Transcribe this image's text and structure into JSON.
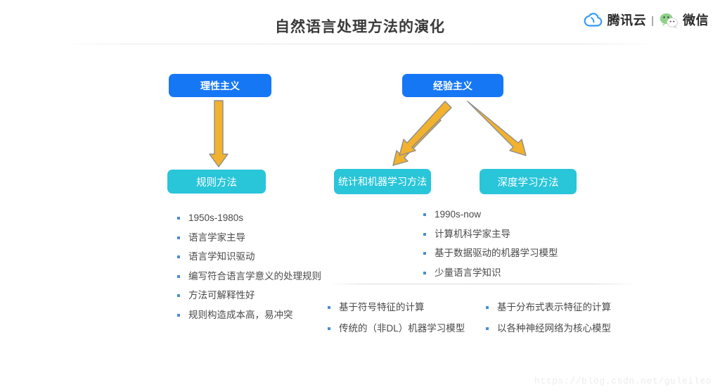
{
  "header": {
    "title": "自然语言处理方法的演化",
    "brand": {
      "cloud_icon": "tencent-cloud-icon",
      "cloud_name": "腾讯云",
      "separator": "|",
      "wechat_icon": "wechat-icon",
      "wechat_name": "微信"
    }
  },
  "diagram": {
    "nodes": [
      {
        "id": "rationalism",
        "label": "理性主义",
        "color": "#1677f5"
      },
      {
        "id": "empiricism",
        "label": "经验主义",
        "color": "#1677f5"
      },
      {
        "id": "rule",
        "label": "规则方法",
        "color": "#29c5d9"
      },
      {
        "id": "statistic",
        "label": "统计和机器学习方法",
        "color": "#29c5d9"
      },
      {
        "id": "deep",
        "label": "深度学习方法",
        "color": "#29c5d9"
      }
    ],
    "arrow_color": "#f2b22e",
    "arrow_stroke": "#8a8a8a",
    "arrows": [
      {
        "from": "rationalism",
        "to": "rule",
        "direction": "down"
      },
      {
        "from": "empiricism",
        "to": "statistic",
        "direction": "down-left"
      },
      {
        "from": "empiricism",
        "to": "deep",
        "direction": "down-right"
      }
    ]
  },
  "lists": {
    "left": [
      "1950s-1980s",
      "语言学家主导",
      "语言学知识驱动",
      "编写符合语言学意义的处理规则",
      "方法可解释性好",
      "规则构造成本高，易冲突"
    ],
    "right_top": [
      "1990s-now",
      "计算机科学家主导",
      "基于数据驱动的机器学习模型",
      "少量语言学知识"
    ],
    "bottom_a": [
      "基于符号特征的计算",
      "传统的（非DL）机器学习模型"
    ],
    "bottom_b": [
      "基于分布式表示特征的计算",
      "以各种神经网络为核心模型"
    ]
  },
  "watermark": "https://blog.csdn.net/guleileo"
}
